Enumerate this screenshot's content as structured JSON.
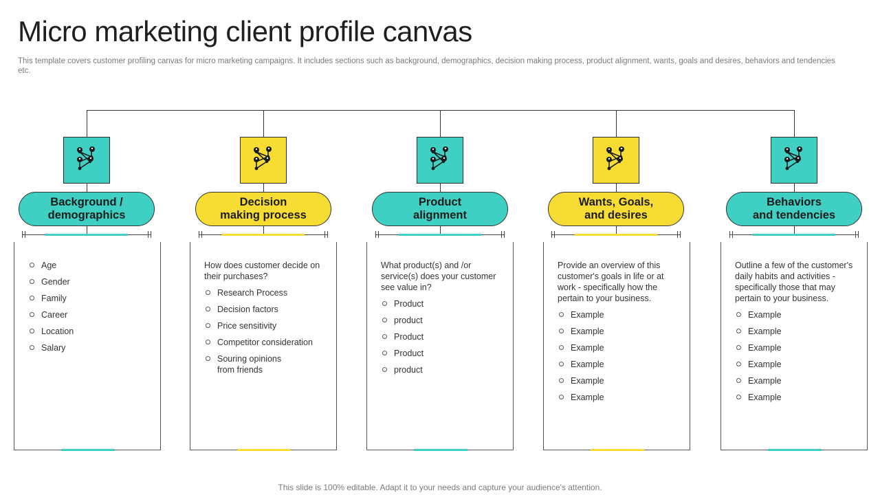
{
  "title": "Micro marketing client profile canvas",
  "subtitle": "This template covers customer profiling canvas for micro marketing campaigns. It includes sections such as background, demographics, decision making process, product alignment, wants, goals and desires, behaviors and tendencies etc.",
  "footer": "This slide is 100% editable. Adapt it to your needs and capture your audience's attention.",
  "colors": {
    "teal": "#3fcfc3",
    "yellow": "#f7dc33"
  },
  "icon_name": "network-nodes-icon",
  "sections": [
    {
      "heading": "Background /\ndemographics",
      "color": "teal",
      "intro": "",
      "items": [
        "Age",
        "Gender",
        "Family",
        "Career",
        "Location",
        "Salary"
      ]
    },
    {
      "heading": "Decision\nmaking process",
      "color": "yellow",
      "intro": "How does customer decide on their purchases?",
      "items": [
        "Research Process",
        "Decision factors",
        "Price sensitivity",
        "Competitor consideration",
        "Souring opinions\nfrom friends"
      ]
    },
    {
      "heading": "Product\nalignment",
      "color": "teal",
      "intro": "What product(s) and /or service(s) does your customer see value  in?",
      "items": [
        "Product",
        "product",
        "Product",
        "Product",
        "product"
      ]
    },
    {
      "heading": "Wants, Goals,\nand desires",
      "color": "yellow",
      "intro": "Provide  an overview  of this customer's goals in life or at work - specifically how the pertain to your business.",
      "items": [
        "Example",
        "Example",
        "Example",
        "Example",
        "Example",
        "Example"
      ]
    },
    {
      "heading": "Behaviors\nand tendencies",
      "color": "teal",
      "intro": "Outline a few of the customer's daily habits and activities - specifically those that may pertain to your business.",
      "items": [
        "Example",
        "Example",
        "Example",
        "Example",
        "Example",
        "Example"
      ]
    }
  ]
}
